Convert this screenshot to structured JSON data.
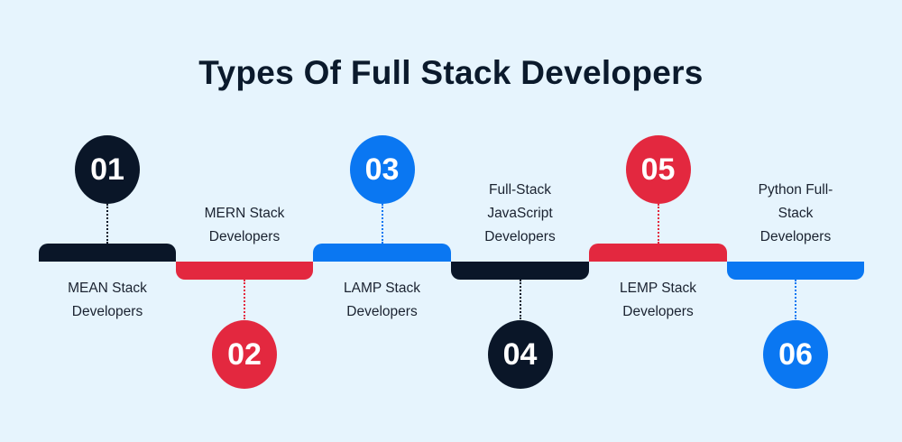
{
  "title": "Types Of Full Stack Developers",
  "colors": {
    "dark": "#0a1628",
    "red": "#e3283f",
    "blue": "#0a77f2",
    "background": "#e6f4fd"
  },
  "items": [
    {
      "number": "01",
      "color": "dark",
      "lines": [
        "MEAN Stack",
        "Developers"
      ]
    },
    {
      "number": "02",
      "color": "red",
      "lines": [
        "MERN Stack",
        "Developers"
      ]
    },
    {
      "number": "03",
      "color": "blue",
      "lines": [
        "LAMP Stack",
        "Developers"
      ]
    },
    {
      "number": "04",
      "color": "dark",
      "lines": [
        "Full-Stack",
        "JavaScript",
        "Developers"
      ]
    },
    {
      "number": "05",
      "color": "red",
      "lines": [
        "LEMP Stack",
        "Developers"
      ]
    },
    {
      "number": "06",
      "color": "blue",
      "lines": [
        "Python Full-",
        "Stack",
        "Developers"
      ]
    }
  ]
}
